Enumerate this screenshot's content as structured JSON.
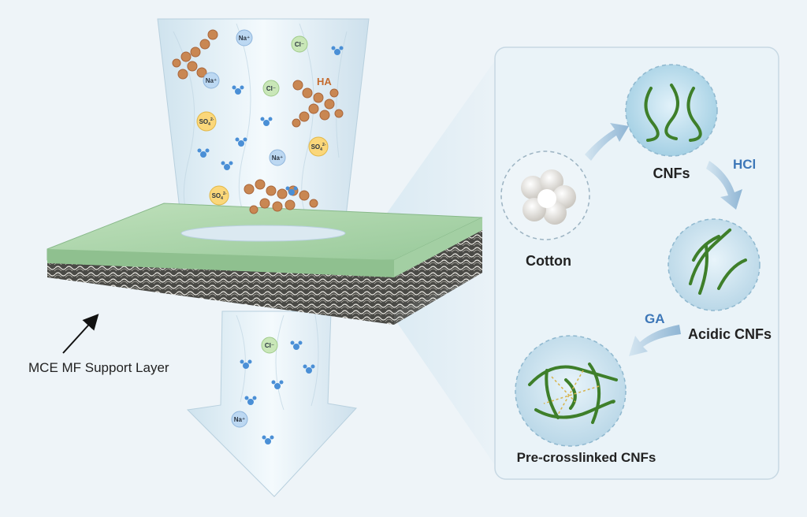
{
  "membrane": {
    "support_label": "MCE MF Support Layer"
  },
  "ions": {
    "sodium": "Na⁺",
    "chloride": "Cl⁻",
    "sulfate_base": "SO",
    "sulfate_sub": "4",
    "sulfate_sup": "2-",
    "humic_acid": "HA"
  },
  "process": {
    "cotton": "Cotton",
    "cnfs": "CNFs",
    "hcl": "HCl",
    "acidic_cnfs": "Acidic CNFs",
    "ga": "GA",
    "precrosslinked_cnfs": "Pre-crosslinked CNFs"
  },
  "colors": {
    "sodium": "#bcd8f2",
    "chloride": "#c9e7b8",
    "sulfate": "#fbd77a",
    "humic": "#c98752",
    "fiber": "#3e7f2a",
    "membrane_top": "#a9d6a7",
    "reagent_text": "#3d77b8"
  }
}
